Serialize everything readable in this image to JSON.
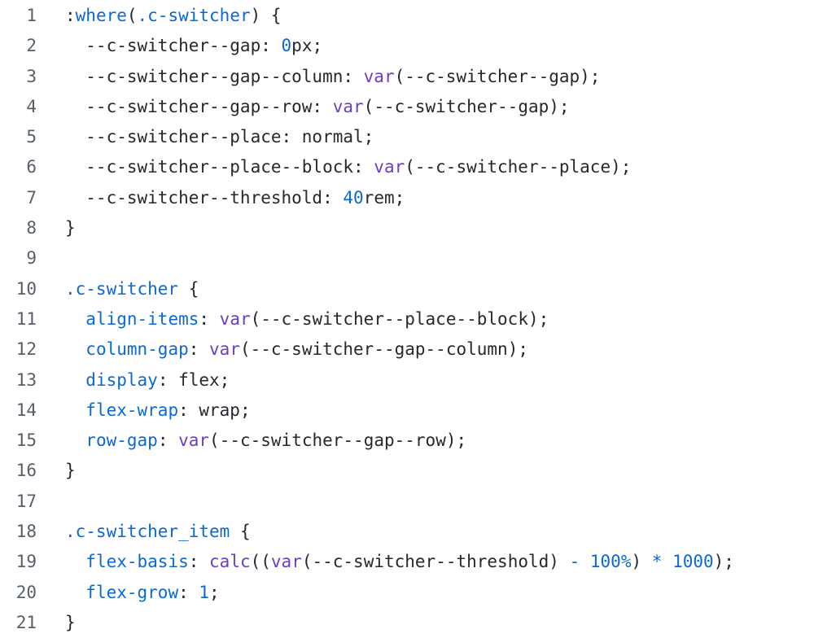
{
  "page": {
    "background": "#ffffff"
  },
  "colors": {
    "plain_text": "#24292e",
    "accent_blue": "#0a69d5",
    "accent_purple": "#6a3fc3",
    "line_number_gray": "#57606a"
  },
  "code": {
    "language": "css",
    "line_count": 21,
    "lines": [
      {
        "n": "1",
        "tokens": [
          {
            "t": ":",
            "c": "p"
          },
          {
            "t": "where",
            "c": "b"
          },
          {
            "t": "(",
            "c": "p"
          },
          {
            "t": ".c-switcher",
            "c": "b"
          },
          {
            "t": ") {",
            "c": "p"
          }
        ]
      },
      {
        "n": "2",
        "tokens": [
          {
            "t": "  --c-switcher--gap: ",
            "c": "p"
          },
          {
            "t": "0",
            "c": "b"
          },
          {
            "t": "px;",
            "c": "p"
          }
        ]
      },
      {
        "n": "3",
        "tokens": [
          {
            "t": "  --c-switcher--gap--column: ",
            "c": "p"
          },
          {
            "t": "var",
            "c": "u"
          },
          {
            "t": "(--c-switcher--gap);",
            "c": "p"
          }
        ]
      },
      {
        "n": "4",
        "tokens": [
          {
            "t": "  --c-switcher--gap--row: ",
            "c": "p"
          },
          {
            "t": "var",
            "c": "u"
          },
          {
            "t": "(--c-switcher--gap);",
            "c": "p"
          }
        ]
      },
      {
        "n": "5",
        "tokens": [
          {
            "t": "  --c-switcher--place: normal;",
            "c": "p"
          }
        ]
      },
      {
        "n": "6",
        "tokens": [
          {
            "t": "  --c-switcher--place--block: ",
            "c": "p"
          },
          {
            "t": "var",
            "c": "u"
          },
          {
            "t": "(--c-switcher--place);",
            "c": "p"
          }
        ]
      },
      {
        "n": "7",
        "tokens": [
          {
            "t": "  --c-switcher--threshold: ",
            "c": "p"
          },
          {
            "t": "40",
            "c": "b"
          },
          {
            "t": "rem;",
            "c": "p"
          }
        ]
      },
      {
        "n": "8",
        "tokens": [
          {
            "t": "}",
            "c": "p"
          }
        ]
      },
      {
        "n": "9",
        "tokens": []
      },
      {
        "n": "10",
        "tokens": [
          {
            "t": ".c-switcher",
            "c": "b"
          },
          {
            "t": " {",
            "c": "p"
          }
        ]
      },
      {
        "n": "11",
        "tokens": [
          {
            "t": "  ",
            "c": "p"
          },
          {
            "t": "align-items",
            "c": "b"
          },
          {
            "t": ": ",
            "c": "p"
          },
          {
            "t": "var",
            "c": "u"
          },
          {
            "t": "(--c-switcher--place--block);",
            "c": "p"
          }
        ]
      },
      {
        "n": "12",
        "tokens": [
          {
            "t": "  ",
            "c": "p"
          },
          {
            "t": "column-gap",
            "c": "b"
          },
          {
            "t": ": ",
            "c": "p"
          },
          {
            "t": "var",
            "c": "u"
          },
          {
            "t": "(--c-switcher--gap--column);",
            "c": "p"
          }
        ]
      },
      {
        "n": "13",
        "tokens": [
          {
            "t": "  ",
            "c": "p"
          },
          {
            "t": "display",
            "c": "b"
          },
          {
            "t": ": flex;",
            "c": "p"
          }
        ]
      },
      {
        "n": "14",
        "tokens": [
          {
            "t": "  ",
            "c": "p"
          },
          {
            "t": "flex-wrap",
            "c": "b"
          },
          {
            "t": ": wrap;",
            "c": "p"
          }
        ]
      },
      {
        "n": "15",
        "tokens": [
          {
            "t": "  ",
            "c": "p"
          },
          {
            "t": "row-gap",
            "c": "b"
          },
          {
            "t": ": ",
            "c": "p"
          },
          {
            "t": "var",
            "c": "u"
          },
          {
            "t": "(--c-switcher--gap--row);",
            "c": "p"
          }
        ]
      },
      {
        "n": "16",
        "tokens": [
          {
            "t": "}",
            "c": "p"
          }
        ]
      },
      {
        "n": "17",
        "tokens": []
      },
      {
        "n": "18",
        "tokens": [
          {
            "t": ".c-switcher_item",
            "c": "b"
          },
          {
            "t": " {",
            "c": "p"
          }
        ]
      },
      {
        "n": "19",
        "tokens": [
          {
            "t": "  ",
            "c": "p"
          },
          {
            "t": "flex-basis",
            "c": "b"
          },
          {
            "t": ": ",
            "c": "p"
          },
          {
            "t": "calc",
            "c": "u"
          },
          {
            "t": "((",
            "c": "p"
          },
          {
            "t": "var",
            "c": "u"
          },
          {
            "t": "(--c-switcher--threshold) ",
            "c": "p"
          },
          {
            "t": "-",
            "c": "b"
          },
          {
            "t": " ",
            "c": "p"
          },
          {
            "t": "100%",
            "c": "b"
          },
          {
            "t": ") ",
            "c": "p"
          },
          {
            "t": "*",
            "c": "b"
          },
          {
            "t": " ",
            "c": "p"
          },
          {
            "t": "1000",
            "c": "b"
          },
          {
            "t": ");",
            "c": "p"
          }
        ]
      },
      {
        "n": "20",
        "tokens": [
          {
            "t": "  ",
            "c": "p"
          },
          {
            "t": "flex-grow",
            "c": "b"
          },
          {
            "t": ": ",
            "c": "p"
          },
          {
            "t": "1",
            "c": "b"
          },
          {
            "t": ";",
            "c": "p"
          }
        ]
      },
      {
        "n": "21",
        "tokens": [
          {
            "t": "}",
            "c": "p"
          }
        ]
      }
    ]
  }
}
